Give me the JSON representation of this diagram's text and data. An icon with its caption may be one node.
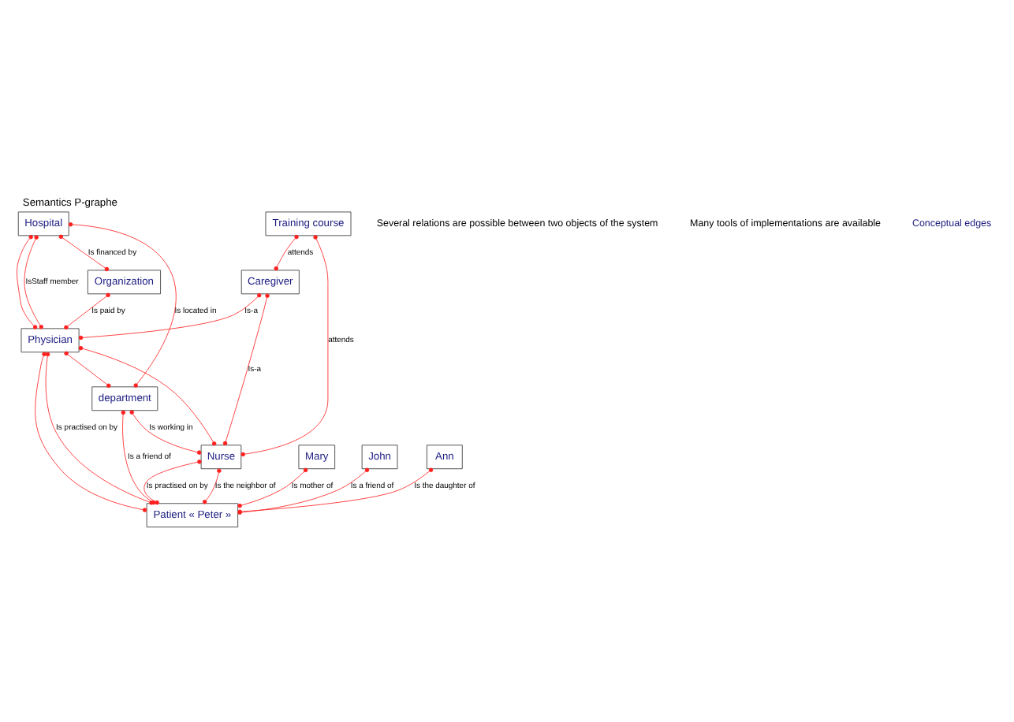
{
  "diagram": {
    "title": "Semantics P-graphe",
    "nodes": [
      {
        "text": [
          "Hospital"
        ]
      },
      {
        "text": [
          "Training course"
        ]
      },
      {
        "text": [
          "Organization"
        ]
      },
      {
        "text": [
          "Caregiver"
        ]
      },
      {
        "text": [
          "Physician"
        ]
      },
      {
        "text": [
          "Nurse"
        ]
      },
      {
        "text": [
          "department"
        ]
      },
      {
        "text": [
          "Mary"
        ]
      },
      {
        "text": [
          "John"
        ]
      },
      {
        "text": [
          "Ann"
        ]
      },
      {
        "text": [
          "Patient « Peter »"
        ]
      }
    ],
    "edges": [
      {
        "from": 0,
        "to": 2,
        "arrow": "other",
        "label": "Is financed by"
      },
      {
        "from": 0,
        "to": 6,
        "arrow": "other",
        "label": "Is located in"
      },
      {
        "from": 0,
        "to": 4,
        "arrow": "other",
        "label": "IsStaff member"
      },
      {
        "from": 0,
        "to": 4,
        "arrow": "other"
      },
      {
        "from": 1,
        "to": 3,
        "arrow": "other",
        "label": "attends"
      },
      {
        "from": 1,
        "to": 5,
        "arrow": "other",
        "label": "attends"
      },
      {
        "from": 2,
        "to": 4,
        "arrow": "other",
        "label": "Is paid by"
      },
      {
        "from": 3,
        "to": 4,
        "arrow": "other",
        "label": "Is-a"
      },
      {
        "from": 3,
        "to": 5,
        "arrow": "other",
        "label": "Is-a"
      },
      {
        "from": 4,
        "to": 5,
        "arrow": "other"
      },
      {
        "from": 4,
        "to": 6,
        "arrow": "other"
      },
      {
        "from": 6,
        "to": 5,
        "arrow": "other",
        "label": "Is working in"
      },
      {
        "from": 6,
        "to": 10,
        "arrow": "other",
        "label": "Is a friend of"
      },
      {
        "from": 4,
        "to": 10,
        "arrow": "other",
        "label": "Is practised on by"
      },
      {
        "from": 4,
        "to": 10,
        "arrow": "other"
      },
      {
        "from": 5,
        "to": 10,
        "arrow": "other",
        "label": "Is the neighbor of"
      },
      {
        "from": 5,
        "to": 10,
        "arrow": "other",
        "label": "Is practised on by"
      },
      {
        "from": 7,
        "to": 10,
        "arrow": "other",
        "label": "Is mother of"
      },
      {
        "from": 8,
        "to": 10,
        "arrow": "other",
        "label": "Is a friend of"
      },
      {
        "from": 9,
        "to": 10,
        "arrow": "other",
        "label": "Is the daughter of"
      }
    ],
    "labels": [
      "Several relations are possible between two objects of the system",
      "Many tools of implementations are available"
    ],
    "legend": [
      {
        "text": "Conceptual edges"
      }
    ]
  }
}
